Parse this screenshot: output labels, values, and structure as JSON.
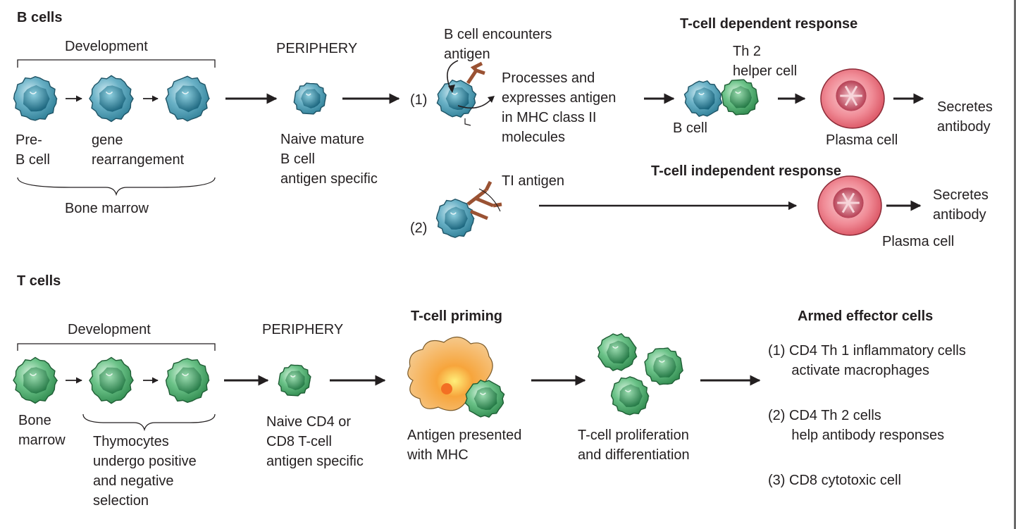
{
  "colors": {
    "b_cell": "#4f9bb2",
    "b_cell_dark": "#2d7f98",
    "t_cell": "#4fb070",
    "t_cell_dark": "#2e8a4d",
    "plasma": "#ea6b78",
    "antigen": "#9a5233",
    "apc": "#f4c07a",
    "text": "#231f20"
  },
  "b_section": {
    "title": "B cells",
    "development": "Development",
    "pre_b": "Pre-\nB cell",
    "gene": "gene\nrearrangement",
    "bone_marrow": "Bone marrow",
    "periphery": "PERIPHERY",
    "naive": "Naive mature\nB cell\nantigen specific",
    "encounters": "B cell encounters\nantigen",
    "path1": "(1)",
    "path2": "(2)",
    "processes": "Processes and\nexpresses antigen\nin MHC class II\nmolecules",
    "td_title": "T-cell dependent response",
    "th2": "Th 2\nhelper cell",
    "bcell": "B cell",
    "plasma1": "Plasma cell",
    "secretes1": "Secretes\nantibody",
    "ti_antigen": "TI antigen",
    "ti_title": "T-cell independent response",
    "secretes2": "Secretes\nantibody",
    "plasma2": "Plasma cell"
  },
  "t_section": {
    "title": "T cells",
    "development": "Development",
    "bone_marrow": "Bone\nmarrow",
    "thymocytes": "Thymocytes\nundergo positive\nand negative\nselection",
    "periphery": "PERIPHERY",
    "naive": "Naive CD4 or\nCD8 T-cell\nantigen specific",
    "priming": "T-cell priming",
    "antigen_presented": "Antigen presented\nwith MHC",
    "proliferation": "T-cell proliferation\nand differentiation",
    "armed": "Armed effector cells",
    "eff1": "(1) CD4 Th 1 inflammatory cells\n      activate macrophages",
    "eff2": "(2) CD4 Th 2 cells\n      help antibody responses",
    "eff3": "(3) CD8 cytotoxic cell"
  }
}
